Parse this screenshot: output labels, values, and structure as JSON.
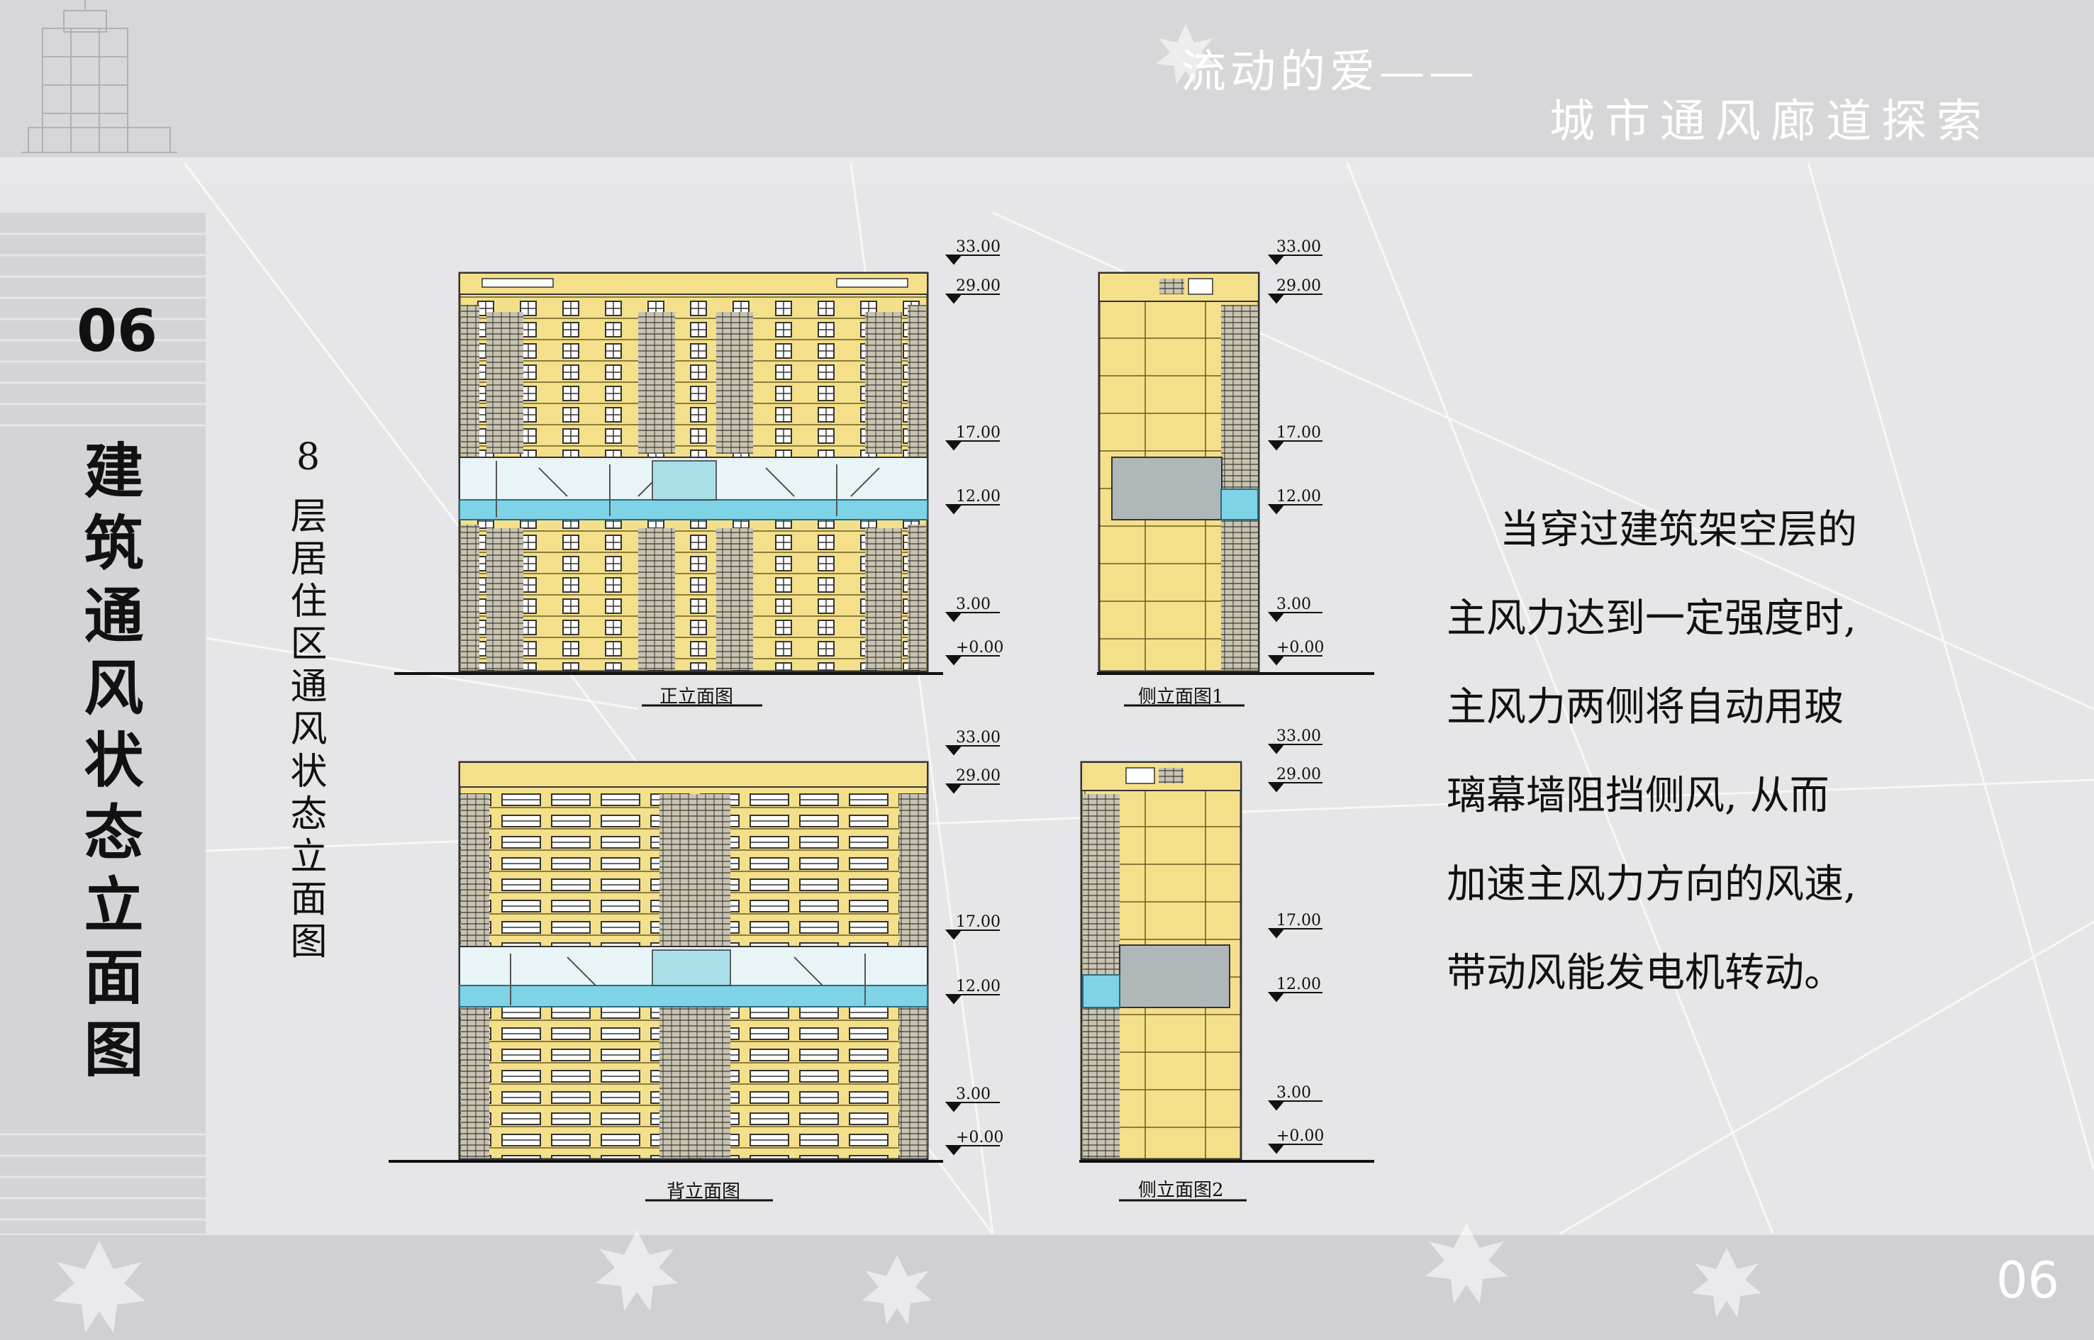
{
  "header": {
    "title_line1": "流动的爱——",
    "title_line2": "城市通风廊道探索"
  },
  "sidebar": {
    "section_number": "06",
    "section_title": "建筑通风状态立面图"
  },
  "subtitle": {
    "number": "8",
    "text": "层居住区通风状态立面图"
  },
  "drawings": {
    "front_caption": "正立面图",
    "side1_caption": "侧立面图1",
    "back_caption": "背立面图",
    "side2_caption": "侧立面图2",
    "elevation_marks": [
      "33.00",
      "29.00",
      "17.00",
      "12.00",
      "3.00",
      "+0.00"
    ]
  },
  "description": {
    "lines": [
      "当穿过建筑架空层的",
      "主风力达到一定强度时,",
      "主风力两侧将自动用玻",
      "璃幕墙阻挡侧风, 从而",
      "加速主风力方向的风速,",
      "带动风能发电机转动。"
    ]
  },
  "footer": {
    "page_number": "06"
  },
  "colors": {
    "facade": "#f4e08a",
    "glass": "#7fd3e6",
    "background": "#e6e6e8",
    "band": "#d6d6d9"
  }
}
